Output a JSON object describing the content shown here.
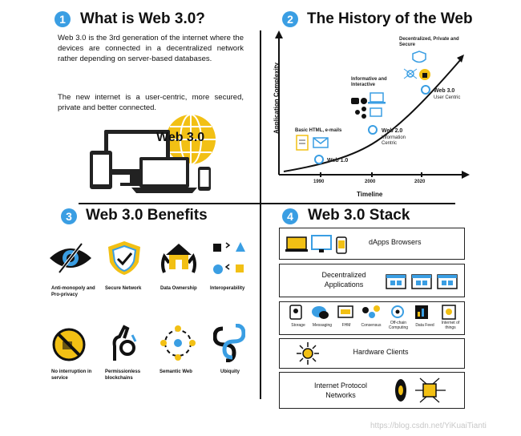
{
  "section1": {
    "number": "1",
    "title": "What is Web 3.0?",
    "para1": "Web 3.0 is the 3rd generation of the internet where the devices are connected in a decentralized network rather depending on server-based databases.",
    "para2": "The new internet is a user-centric, more secured, private and better connected.",
    "graphic_label": "Web 3.0"
  },
  "section2": {
    "number": "2",
    "title": "The History of the Web",
    "chart_data": {
      "type": "line",
      "xlabel": "Timeline",
      "ylabel": "Application Complexity",
      "x_ticks": [
        "1990",
        "2000",
        "2020"
      ],
      "points": [
        {
          "label": "Web 1.0",
          "caption": "Basic HTML, e-mails"
        },
        {
          "label": "Web 2.0",
          "sublabel": "Information Centric",
          "caption": "Informative and Interactive"
        },
        {
          "label": "Web 3.0",
          "sublabel": "User Centric",
          "caption": "Decentralized, Private and Secure"
        }
      ]
    }
  },
  "section3": {
    "number": "3",
    "title": "Web 3.0 Benefits",
    "items": [
      {
        "label": "Anti-monopoly and Pro-privacy",
        "icon": "eye-slash-icon"
      },
      {
        "label": "Secure Network",
        "icon": "shield-check-icon"
      },
      {
        "label": "Data Ownership",
        "icon": "home-hands-icon"
      },
      {
        "label": "Interoperability",
        "icon": "shapes-icon"
      },
      {
        "label": "No interruption in service",
        "icon": "no-entry-icon"
      },
      {
        "label": "Permissionless blockchains",
        "icon": "ok-hand-icon"
      },
      {
        "label": "Semantic Web",
        "icon": "network-icon"
      },
      {
        "label": "Ubiquity",
        "icon": "infinity-icon"
      }
    ]
  },
  "section4": {
    "number": "4",
    "title": "Web 3.0 Stack",
    "layers": [
      {
        "label": "dApps Browsers"
      },
      {
        "label": "Decentralized Applications"
      },
      {
        "label": "",
        "items": [
          "Storage",
          "Messaging",
          "FHM",
          "Consensus",
          "Off-chain Computing",
          "Data Feed",
          "Internet of things"
        ]
      },
      {
        "label": "Hardware Clients"
      },
      {
        "label": "Internet Protocol Networks"
      }
    ]
  },
  "watermark": "https://blog.csdn.net/YiKuaiTianti",
  "colors": {
    "accent": "#3a9ee3",
    "yellow": "#f2c014",
    "dark": "#1a1a1a"
  }
}
